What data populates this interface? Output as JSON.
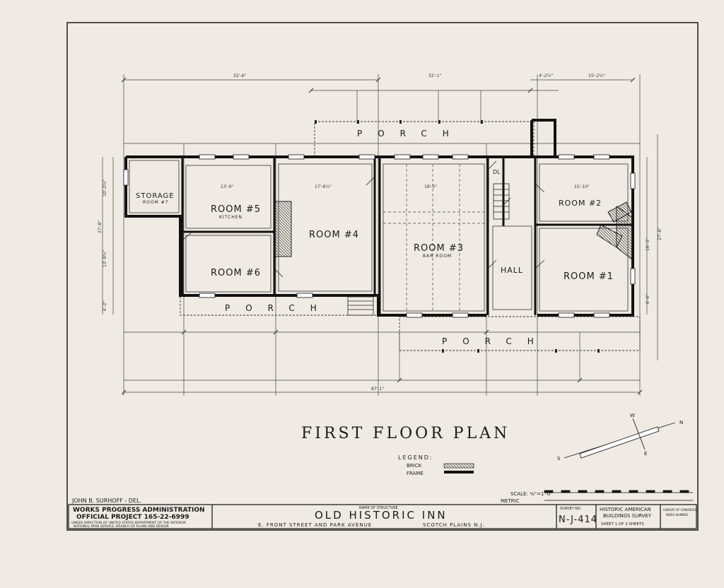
{
  "plan": {
    "title": "FIRST FLOOR PLAN",
    "rooms": {
      "storage": "STORAGE",
      "storage_sub": "ROOM #7",
      "room5": "ROOM #5",
      "room5_sub": "KITCHEN",
      "room6": "ROOM #6",
      "room4": "ROOM #4",
      "room3": "ROOM #3",
      "room3_sub": "BAR ROOM",
      "room2": "ROOM #2",
      "room1": "ROOM #1",
      "hall": "HALL",
      "dl": "DL"
    },
    "porch_label": "PORCH",
    "dimensions": {
      "top_overall_left": "32'-6\"",
      "top_overall_mid": "32'-1\"",
      "top_overall_right1": "4'-2½\"",
      "top_overall_right2": "15'-2½\"",
      "bottom_overall": "87'-1\"",
      "left_total": "27'-8\"",
      "right_total": "27'-8\"",
      "storage_depth": "10'-2¾\"",
      "left_middle": "13'-9¾\"",
      "left_lower": "6'-2\"",
      "room4_width": "17'-6¼\"",
      "room3_width": "18'-5\"",
      "room5_width": "13'-9\"",
      "room2_width": "15'-10\"",
      "room1_depth": "16'-3\"",
      "right_bottom": "6'-6\""
    },
    "legend": {
      "title": "LEGEND:",
      "brick": "BRICK",
      "frame": "FRAME"
    },
    "scale_label": "SCALE: ⅛\"=1'-0\"",
    "metric_label": "METRIC",
    "compass": {
      "w": "W",
      "n": "N",
      "s": "S",
      "e": "E"
    },
    "delineator": "JOHN B. SURHOFF - DEL."
  },
  "title_block": {
    "agency": "WORKS PROGRESS ADMINISTRATION",
    "project": "OFFICIAL PROJECT 165-22-6999",
    "direction_1": "UNDER DIRECTION OF UNITED STATES DEPARTMENT OF THE INTERIOR",
    "direction_2": "NATIONAL PARK SERVICE, BRANCH OF PLANS AND DESIGN",
    "name_label": "NAME OF STRUCTURE",
    "structure_name": "OLD HISTORIC INN",
    "location": "E. FRONT STREET AND PARK AVENUE",
    "city": "SCOTCH PLAINS N.J.",
    "survey_label": "SURVEY NO.",
    "survey_no": "N-J-414",
    "habs_1": "HISTORIC AMERICAN",
    "habs_2": "BUILDINGS SURVEY",
    "sheet_info": "SHEET 1 OF 3 SHEETS",
    "loc_1": "LIBRARY OF CONGRESS",
    "loc_2": "INDEX NUMBER"
  },
  "colors": {
    "paper": "#efeae3",
    "ink": "#1b1b1b",
    "brick_hatch": "#555555"
  }
}
